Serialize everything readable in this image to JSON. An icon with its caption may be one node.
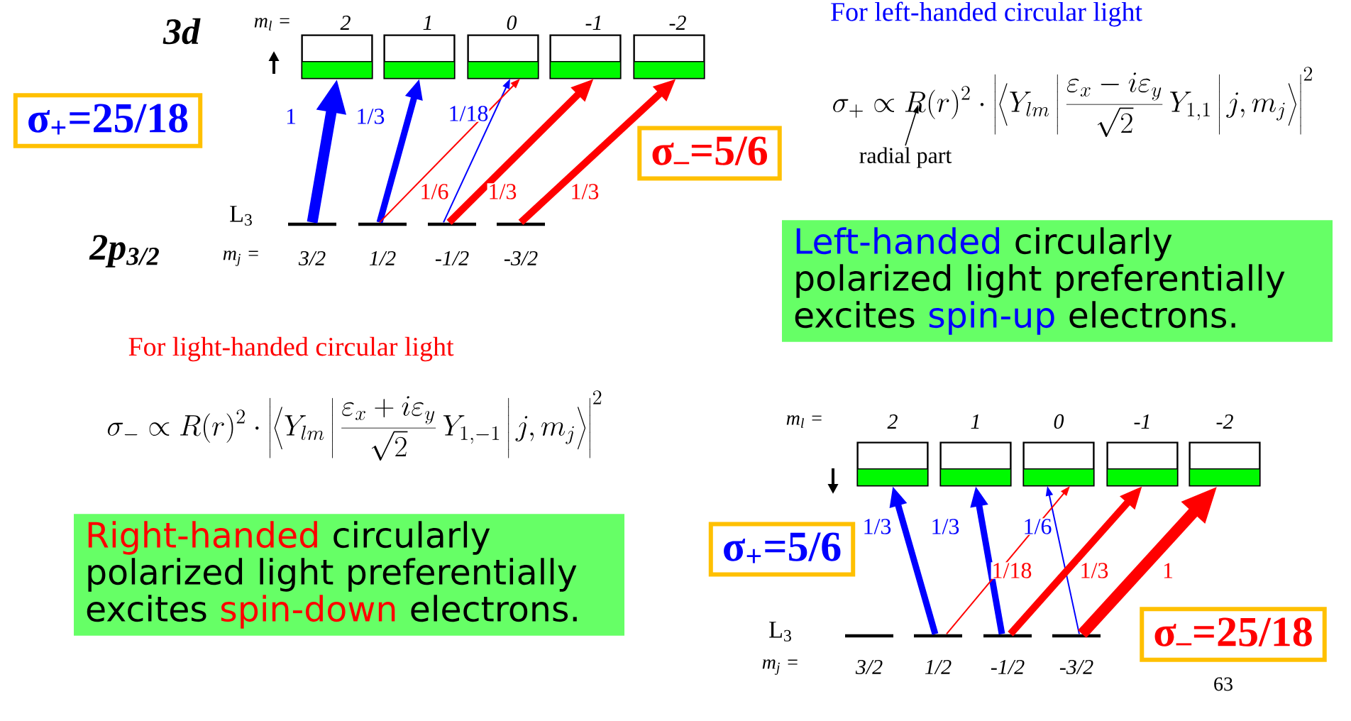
{
  "diagram": {
    "nodes": [
      {
        "text": [],
        "shape": "box"
      },
      {
        "text": [],
        "shape": "box"
      },
      {
        "text": [],
        "shape": "box"
      },
      {
        "text": [],
        "shape": "box"
      },
      {
        "text": [],
        "shape": "box"
      },
      {
        "text": [],
        "shape": "bar"
      },
      {
        "text": [],
        "shape": "bar"
      },
      {
        "text": [],
        "shape": "bar"
      },
      {
        "text": [],
        "shape": "bar"
      },
      {
        "text": [
          "σ$_{+}$=25/18"
        ]
      },
      {
        "text": [
          "σ$_{–}$=5/6"
        ]
      },
      {
        "text": [
          "Left-handed",
          "circularly polarized light preferentially excites",
          "spin-up",
          "electrons."
        ]
      },
      {
        "text": [
          "radial part"
        ]
      },
      {
        "text": [
          "Right-handed",
          "circularly polarized light preferentially excites",
          "spin-down",
          "electrons."
        ]
      },
      {
        "text": [],
        "shape": "box"
      },
      {
        "text": [],
        "shape": "box"
      },
      {
        "text": [],
        "shape": "box"
      },
      {
        "text": [],
        "shape": "box"
      },
      {
        "text": [],
        "shape": "box"
      },
      {
        "text": [],
        "shape": "bar"
      },
      {
        "text": [],
        "shape": "bar"
      },
      {
        "text": [],
        "shape": "bar"
      },
      {
        "text": [],
        "shape": "bar"
      },
      {
        "text": [
          "σ$_{+}$=5/6"
        ]
      },
      {
        "text": [
          "σ$_{–}$=25/18"
        ]
      },
      {
        "text": [
          "\\sigma_{+} \\propto R(r)^{2}\\cdot\\left|\\left\\langle Y_{lm}\\,\\middle|\\,\\frac{\\varepsilon_{x}-i\\varepsilon_{y}}{\\sqrt{2}}\\,Y_{1,1}\\,\\middle|\\,j,m_{j}\\right\\rangle\\right|^{2}"
        ]
      }
    ],
    "edges": [
      {
        "from": 5,
        "to": 0,
        "arrow": "to",
        "label": "1",
        "color": "#0000ff"
      },
      {
        "from": 6,
        "to": 1,
        "arrow": "to",
        "label": "1/3",
        "color": "#0000ff"
      },
      {
        "from": 7,
        "to": 2,
        "arrow": "to",
        "label": "1/18",
        "color": "#0000ff"
      },
      {
        "from": 6,
        "to": 2,
        "arrow": "to",
        "label": "1/6",
        "color": "#ff0000"
      },
      {
        "from": 7,
        "to": 3,
        "arrow": "to",
        "label": "1/3",
        "color": "#ff0000"
      },
      {
        "from": 8,
        "to": 4,
        "arrow": "to",
        "label": "1/3",
        "color": "#ff0000"
      },
      {
        "from": 12,
        "to": 25,
        "arrow": "to",
        "color": "#000000"
      },
      {
        "from": 20,
        "to": 14,
        "arrow": "to",
        "label": "1/3",
        "color": "#0000ff"
      },
      {
        "from": 21,
        "to": 15,
        "arrow": "to",
        "label": "1/3",
        "color": "#0000ff"
      },
      {
        "from": 22,
        "to": 16,
        "arrow": "to",
        "label": "1/6",
        "color": "#0000ff"
      },
      {
        "from": 20,
        "to": 16,
        "arrow": "to",
        "label": "1/18",
        "color": "#ff0000"
      },
      {
        "from": 21,
        "to": 17,
        "arrow": "to",
        "label": "1/3",
        "color": "#ff0000"
      },
      {
        "from": 22,
        "to": 18,
        "arrow": "to",
        "label": "1",
        "color": "#ff0000"
      }
    ],
    "labels": [
      "3d",
      "m$_{l}$ =",
      "2",
      "1",
      "0",
      "-1",
      "-2",
      "L$_{3}$",
      "2p$_{3/2}$",
      "m$_{j}$ =",
      "3/2",
      "1/2",
      "-1/2",
      "-3/2",
      "For left-handed circular light",
      "For light-handed circular light",
      "\\sigma_{-} \\propto R(r)^{2}\\cdot\\left|\\left\\langle Y_{lm}\\,\\middle|\\,\\frac{\\varepsilon_{x}+i\\varepsilon_{y}}{\\sqrt{2}}\\,Y_{1,-1}\\,\\middle|\\,j,m_{j}\\right\\rangle\\right|^{2}",
      "m$_{l}$ =",
      "2",
      "1",
      "0",
      "-1",
      "-2",
      "L$_{3}$",
      "m$_{j}$ =",
      "3/2",
      "1/2",
      "-1/2",
      "-3/2",
      "63"
    ]
  }
}
